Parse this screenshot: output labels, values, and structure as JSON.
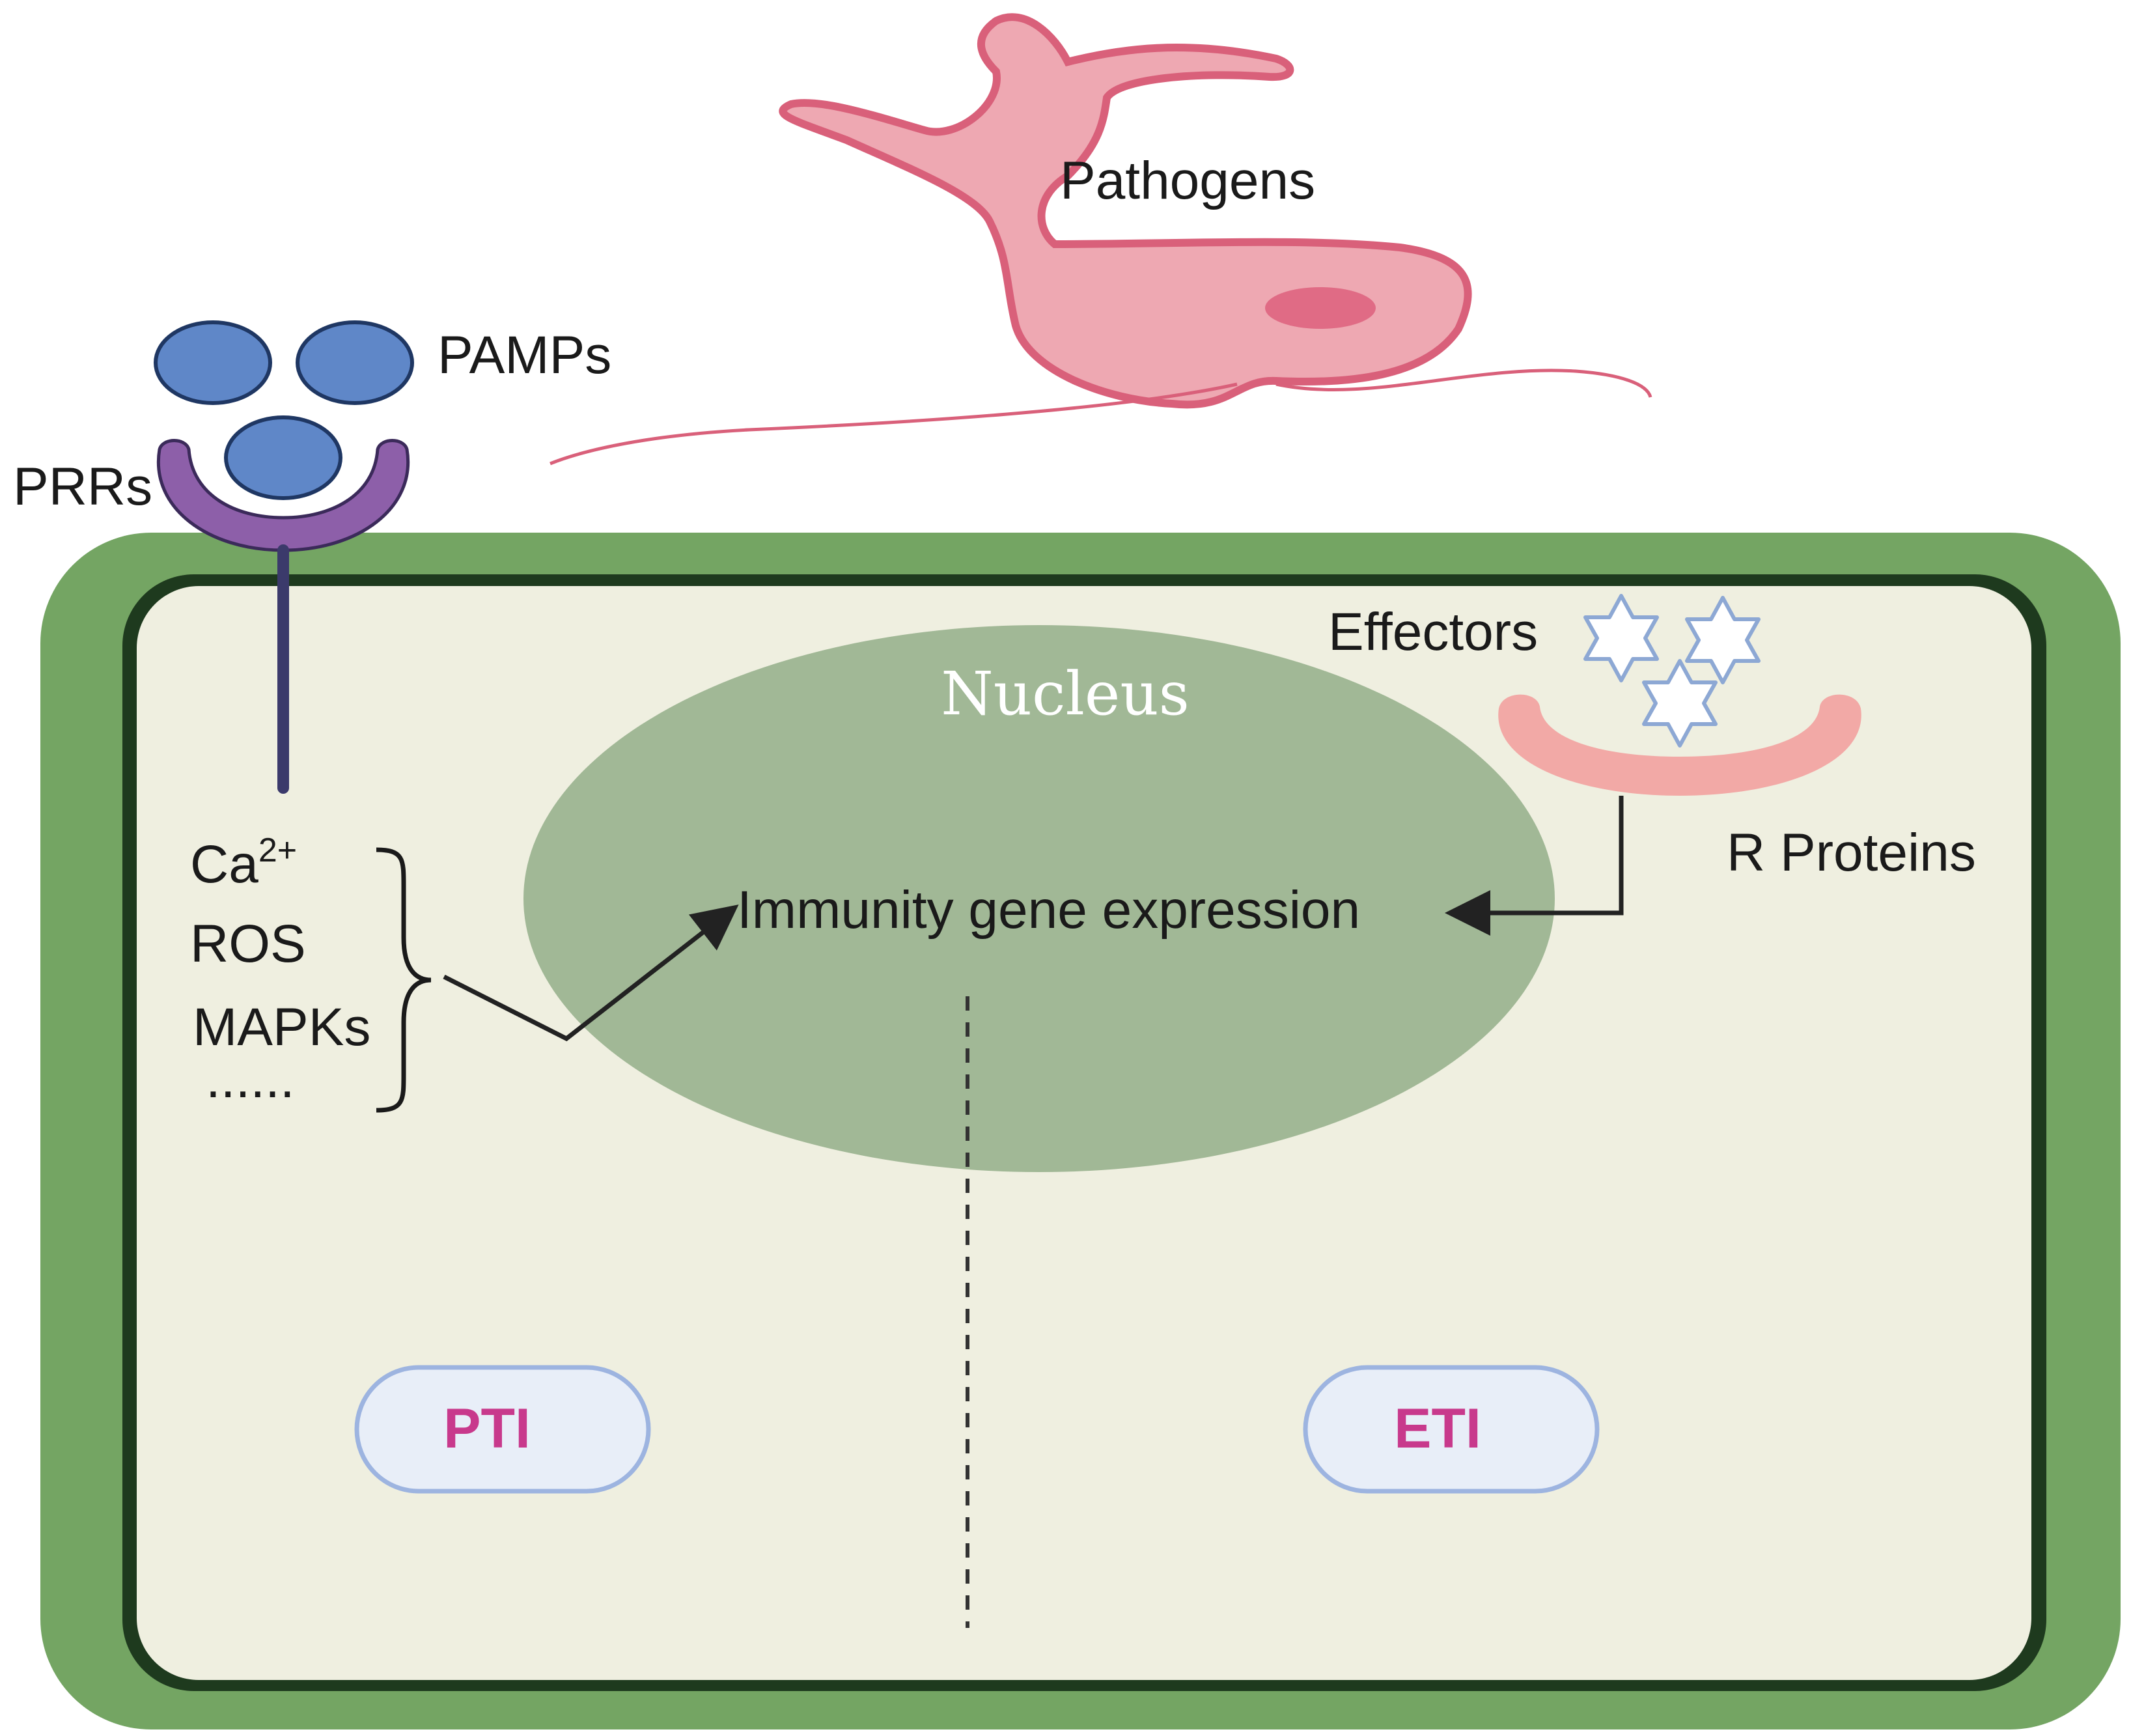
{
  "labels": {
    "pathogens": "Pathogens",
    "pamps": "PAMPs",
    "prrs": "PRRs",
    "effectors": "Effectors",
    "nucleus": "Nucleus",
    "r_proteins": "R Proteins",
    "immunity": "Immunity gene expression",
    "signals": {
      "ca_base": "Ca",
      "ca_sup": "2+",
      "ros": "ROS",
      "mapks": "MAPKs",
      "more": "......"
    },
    "pti": "PTI",
    "eti": "ETI"
  },
  "colors": {
    "cell_wall": "#74a563",
    "cell_wall_dark": "#1e3a1e",
    "cytoplasm": "#efefe0",
    "nucleus": "#a1b896",
    "nucleus_text": "#ffffff",
    "pamp": "#5f87c8",
    "prr": "#8d5fa9",
    "stalk": "#3b3a6b",
    "pathogen_fill": "#eea8b2",
    "pathogen_edge": "#d9607a",
    "pathogen_spot": "#e06b85",
    "effector_edge": "#8da8d4",
    "r_protein": "#f2a9a6",
    "badge_fill": "#e8eef8",
    "badge_edge": "#9db4e0",
    "badge_text": "#c8398c",
    "arrow": "#222222"
  }
}
